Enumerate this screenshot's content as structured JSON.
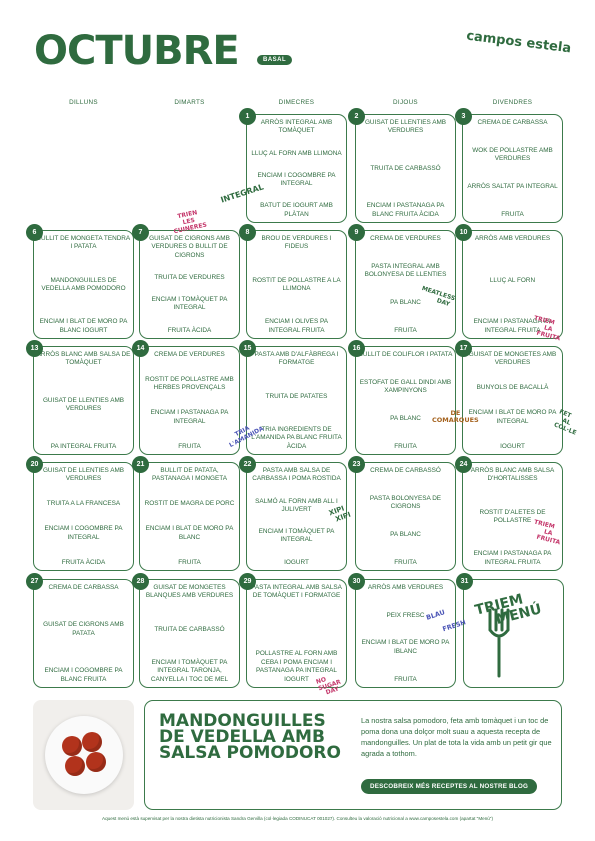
{
  "header": {
    "month": "OCTUBRE",
    "badge": "BASAL",
    "brand": "campos estela"
  },
  "days": [
    "DILLUNS",
    "DIMARTS",
    "DIMECRES",
    "DIJOUS",
    "DIVENDRES"
  ],
  "weeks": [
    [
      null,
      null,
      {
        "num": "1",
        "items": [
          "ARRÒS INTEGRAL AMB TOMÀQUET",
          "LLUÇ AL FORN AMB LLIMONA",
          "ENCIAM I COGOMBRE PA INTEGRAL",
          "BATUT DE IOGURT AMB PLÀTAN"
        ]
      },
      {
        "num": "2",
        "items": [
          "GUISAT DE LLENTIES AMB VERDURES",
          "TRUITA DE CARBASSÓ",
          "ENCIAM I PASTANAGA PA BLANC FRUITA ÀCIDA"
        ]
      },
      {
        "num": "3",
        "items": [
          "CREMA DE CARBASSA",
          "WOK DE POLLASTRE AMB VERDURES",
          "ARRÒS SALTAT PA INTEGRAL",
          "FRUITA"
        ]
      }
    ],
    [
      {
        "num": "6",
        "items": [
          "BULLIT DE MONGETA TENDRA I PATATA",
          "MANDONGUILLES DE VEDELLA AMB POMODORO",
          "ENCIAM I BLAT DE MORO PA BLANC IOGURT"
        ]
      },
      {
        "num": "7",
        "items": [
          "GUISAT DE CIGRONS AMB VERDURES O BULLIT DE CIGRONS",
          "TRUITA DE VERDURES",
          "ENCIAM I TOMÀQUET PA INTEGRAL",
          "FRUITA ÀCIDA"
        ]
      },
      {
        "num": "8",
        "items": [
          "BROU DE VERDURES I FIDEUS",
          "ROSTIT DE POLLASTRE A LA LLIMONA",
          "ENCIAM I OLIVES PA INTEGRAL FRUITA"
        ]
      },
      {
        "num": "9",
        "items": [
          "CREMA DE VERDURES",
          "PASTA INTEGRAL AMB BOLONYESA DE LLENTIES",
          "PA BLANC",
          "FRUITA"
        ]
      },
      {
        "num": "10",
        "items": [
          "ARRÒS AMB VERDURES",
          "LLUÇ AL FORN",
          "ENCIAM I PASTANAGA PA INTEGRAL FRUITA"
        ]
      }
    ],
    [
      {
        "num": "13",
        "items": [
          "ARRÒS BLANC AMB SALSA DE TOMÀQUET",
          "GUISAT DE LLENTIES AMB VERDURES",
          "PA INTEGRAL FRUITA"
        ]
      },
      {
        "num": "14",
        "items": [
          "CREMA DE VERDURES",
          "ROSTIT DE POLLASTRE AMB HERBES PROVENÇALS",
          "ENCIAM I PASTANAGA PA INTEGRAL",
          "FRUITA"
        ]
      },
      {
        "num": "15",
        "items": [
          "PASTA AMB D'ALFÀBREGA I FORMATGE",
          "TRUITA DE PATATES",
          "TRIA INGREDIENTS DE L'AMANIDA PA BLANC FRUITA ÀCIDA"
        ]
      },
      {
        "num": "16",
        "items": [
          "BULLIT DE COLIFLOR I PATATA",
          "ESTOFAT DE GALL DINDI AMB XAMPINYONS",
          "PA BLANC",
          "FRUITA"
        ]
      },
      {
        "num": "17",
        "items": [
          "GUISAT DE MONGETES AMB VERDURES",
          "BUNYOLS DE BACALLÀ",
          "ENCIAM I BLAT DE MORO PA INTEGRAL",
          "IOGURT"
        ]
      }
    ],
    [
      {
        "num": "20",
        "items": [
          "GUISAT DE LLENTIES AMB VERDURES",
          "TRUITA A LA FRANCESA",
          "ENCIAM I COGOMBRE PA INTEGRAL",
          "FRUITA ÀCIDA"
        ]
      },
      {
        "num": "21",
        "items": [
          "BULLIT DE PATATA, PASTANAGA I MONGETA",
          "ROSTIT DE MAGRA DE PORC",
          "ENCIAM I BLAT DE MORO PA BLANC",
          "FRUITA"
        ]
      },
      {
        "num": "22",
        "items": [
          "PASTA AMB SALSA DE CARBASSA I POMA ROSTIDA",
          "SALMÓ AL FORN AMB ALL I JULIVERT",
          "ENCIAM I TOMÀQUET PA INTEGRAL",
          "IOGURT"
        ]
      },
      {
        "num": "23",
        "items": [
          "CREMA DE CARBASSÓ",
          "PASTA BOLONYESA DE CIGRONS",
          "PA BLANC",
          "FRUITA"
        ]
      },
      {
        "num": "24",
        "items": [
          "ARRÒS BLANC AMB SALSA D'HORTALISSES",
          "ROSTIT D'ALETES DE POLLASTRE",
          "ENCIAM I PASTANAGA PA INTEGRAL FRUITA"
        ]
      }
    ],
    [
      {
        "num": "27",
        "items": [
          "CREMA DE CARBASSA",
          "GUISAT DE CIGRONS AMB PATATA",
          "ENCIAM I COGOMBRE PA BLANC FRUITA"
        ]
      },
      {
        "num": "28",
        "items": [
          "GUISAT DE MONGETES BLANQUES AMB VERDURES",
          "TRUITA DE CARBASSÓ",
          "ENCIAM I TOMÀQUET PA INTEGRAL TARONJA, CANYELLA I TOC DE MEL"
        ]
      },
      {
        "num": "29",
        "items": [
          "PASTA INTEGRAL AMB SALSA DE TOMÀQUET I FORMATGE",
          "POLLASTRE AL FORN AMB CEBA I POMA ENCIAM I PASTANAGA PA INTEGRAL IOGURT"
        ]
      },
      {
        "num": "30",
        "items": [
          "ARRÒS AMB VERDURES",
          "PEIX FRESC",
          "ENCIAM I BLAT DE MORO PA IBLANC",
          "FRUITA"
        ]
      },
      {
        "num": "31",
        "items": []
      }
    ]
  ],
  "stamps": {
    "integral": "INTEGRAL",
    "trien": "TRIEN",
    "les": "LES",
    "cuineres": "CUINERES",
    "meatless1": "MEATLESS",
    "meatless2": "DAY",
    "trieu_fruita1": "TRIEM",
    "trieu_fruita2": "LA",
    "trieu_fruita3": "FRUITA",
    "tria1": "TRIA",
    "tria2": "L'AMANIDA",
    "de": "DE",
    "comarques": "COMARQUES",
    "fet1": "FET",
    "fet2": "AL",
    "fet3": "COL·LE",
    "xipi": "XIPI",
    "xipi2": "XIPI",
    "trieu_fruita_b1": "TRIEM",
    "trieu_fruita_b2": "LA",
    "trieu_fruita_b3": "FRUITA",
    "blau": "BLAU",
    "fresh": "FRESH",
    "nosugar1": "NO",
    "nosugar2": "SUGAR",
    "nosugar3": "DAY",
    "menu1": "TRIEM",
    "menu2": "MENÚ"
  },
  "recipe": {
    "title": "MANDONGUILLES DE VEDELLA AMB SALSA POMODORO",
    "description": "La nostra salsa pomodoro, feta amb tomàquet i un toc de poma dona una dolçor molt suau a aquesta recepta de mandonguilles. Un plat de tota la vida amb un petit gir que agrada a tothom.",
    "cta": "DESCOBREIX MÉS RECEPTES AL NOSTRE BLOG"
  },
  "footer": "Aquest menú està supervisat per la nostra dietista nutricionista Sandra Gervilla (col·legiada CODINUCAT 001027).  Consulteu la valoració nutricional a www.camposestela.com (apartat \"Menú\")",
  "colors": {
    "primary": "#2f6b3f",
    "accent": "#c4366a",
    "blue": "#4b55b6",
    "brown": "#a5631f"
  }
}
